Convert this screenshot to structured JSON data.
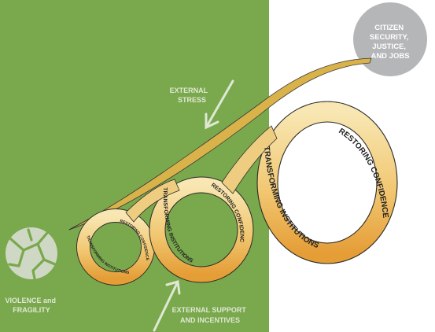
{
  "colors": {
    "green_panel": "#7aa84c",
    "white_label": "#dfe8d4",
    "gray_circle": "#b5b6b8",
    "ribbon_top": "#f7e3a8",
    "ribbon_bottom": "#e9a43a",
    "ribbon_back": "#d9b24a",
    "ribbon_text": "#222222"
  },
  "labels": {
    "external_stress": [
      "EXTERNAL",
      "STRESS"
    ],
    "external_support": [
      "EXTERNAL SUPPORT",
      "AND INCENTIVES"
    ],
    "violence_fragility": [
      "VIOLENCE and",
      "FRAGILITY"
    ],
    "citizen_security": [
      "CITIZEN",
      "SECURITY,",
      "JUSTICE,",
      "AND JOBS"
    ]
  },
  "loops": [
    {
      "transforming": "TRANSFORMING INSTITUTIONS",
      "restoring": "RESTORING CONFIDENCE"
    },
    {
      "transforming": "TRANSFORMING INSTITUTIONS",
      "restoring": "RESTORING CONFIDENCE"
    },
    {
      "transforming": "TRANSFORMING INSTITUTIONS",
      "restoring": "RESTORING CONFIDENCE"
    }
  ],
  "icons": {
    "fragility": "broken-globe-icon",
    "stress_arrow": "arrow-down-left-icon",
    "support_arrow": "arrow-up-right-icon"
  }
}
